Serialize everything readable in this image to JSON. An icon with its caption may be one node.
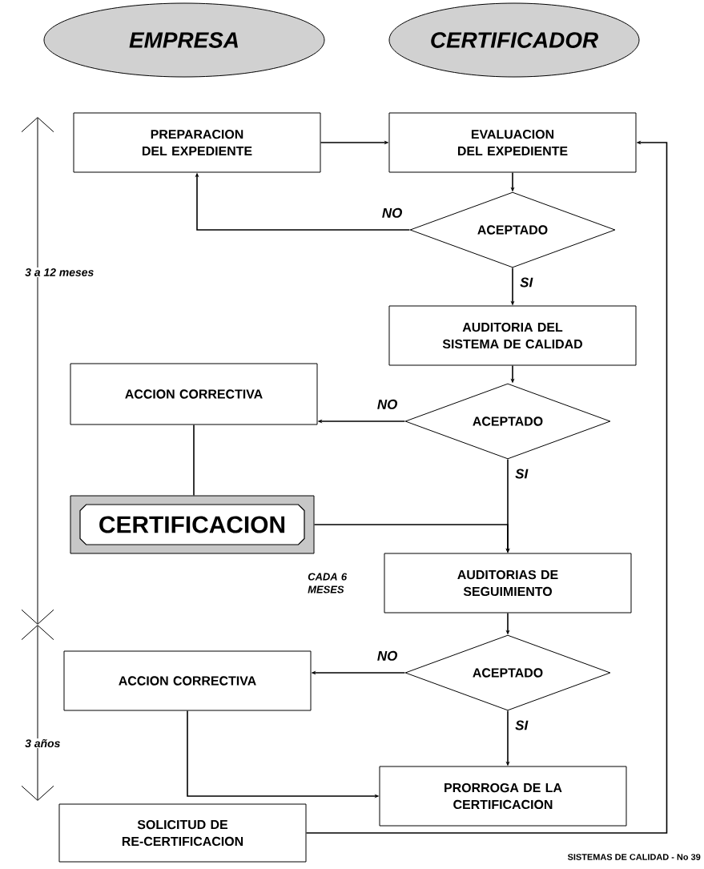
{
  "diagram": {
    "nodes": [
      {
        "text": [
          "EMPRESA"
        ]
      },
      {
        "text": [
          "CERTIFICADOR"
        ]
      },
      {
        "text": [
          "PREPARACION DEL EXPEDIENTE"
        ]
      },
      {
        "text": [
          "EVALUACION DEL EXPEDIENTE"
        ]
      },
      {
        "text": [
          "ACEPTADO"
        ]
      },
      {
        "text": [
          "AUDITORIA DEL SISTEMA DE CALIDAD"
        ]
      },
      {
        "text": [
          "ACCION CORRECTIVA"
        ]
      },
      {
        "text": [
          "ACEPTADO"
        ]
      },
      {
        "text": [
          "CERTIFICACION"
        ]
      },
      {
        "text": [
          "AUDITORIAS DE SEGUIMIENTO"
        ]
      },
      {
        "text": [
          "ACEPTADO"
        ]
      },
      {
        "text": [
          "ACCION CORRECTIVA"
        ]
      },
      {
        "text": [
          "PRORROGA DE LA CERTIFICACION"
        ]
      },
      {
        "text": [
          "SOLICITUD DE RE-CERTIFICACION"
        ]
      }
    ],
    "edges": [
      {
        "from": 2,
        "to": 3,
        "arrow": "to"
      },
      {
        "from": 3,
        "to": 4,
        "arrow": "to"
      },
      {
        "from": 4,
        "to": 2,
        "arrow": "to",
        "label": "NO"
      },
      {
        "from": 4,
        "to": 5,
        "arrow": "to",
        "label": "SI"
      },
      {
        "from": 5,
        "to": 7,
        "arrow": "to"
      },
      {
        "from": 7,
        "to": 6,
        "arrow": "to",
        "label": "NO"
      },
      {
        "from": 7,
        "to": 9,
        "arrow": "to",
        "label": "SI"
      },
      {
        "from": 6,
        "to": 8,
        "arrow": "none"
      },
      {
        "from": 8,
        "to": 9,
        "arrow": "to"
      },
      {
        "from": 9,
        "to": 10,
        "arrow": "to"
      },
      {
        "from": 10,
        "to": 11,
        "arrow": "to",
        "label": "NO"
      },
      {
        "from": 10,
        "to": 12,
        "arrow": "to",
        "label": "SI"
      },
      {
        "from": 11,
        "to": 12,
        "arrow": "to"
      },
      {
        "from": 13,
        "to": 3,
        "arrow": "to"
      }
    ],
    "labels": [
      "3 a 12 meses",
      "CADA 6 MESES",
      "3 años",
      "SISTEMAS DE CALIDAD - No 39"
    ]
  }
}
